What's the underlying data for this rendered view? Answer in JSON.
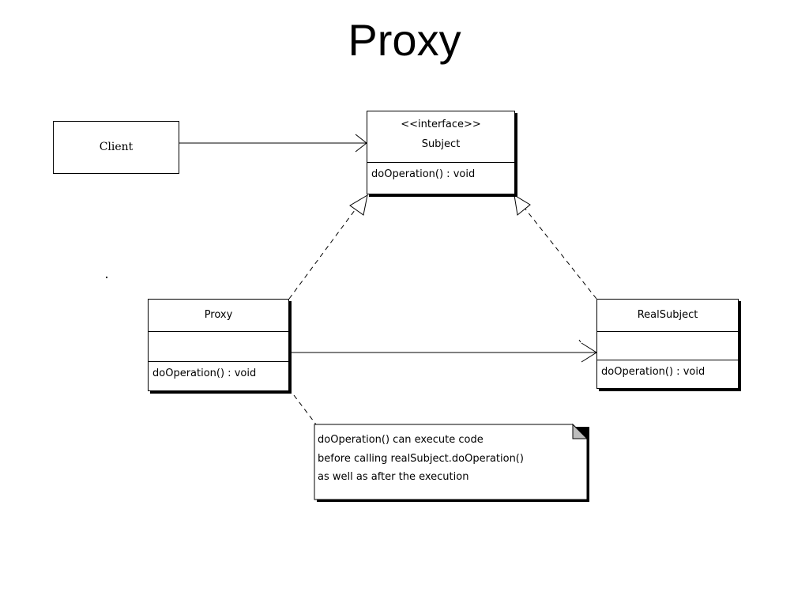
{
  "title": "Proxy",
  "client": {
    "label": "Client"
  },
  "subject": {
    "stereotype": "<<interface>>",
    "name": "Subject",
    "operation": "doOperation() : void"
  },
  "proxy": {
    "name": "Proxy",
    "operation": "doOperation() : void"
  },
  "real_subject": {
    "name": "RealSubject",
    "operation": "doOperation() : void"
  },
  "note": {
    "lines": [
      "doOperation() can execute code",
      "before calling realSubject.doOperation()",
      "as well as after the execution"
    ]
  }
}
